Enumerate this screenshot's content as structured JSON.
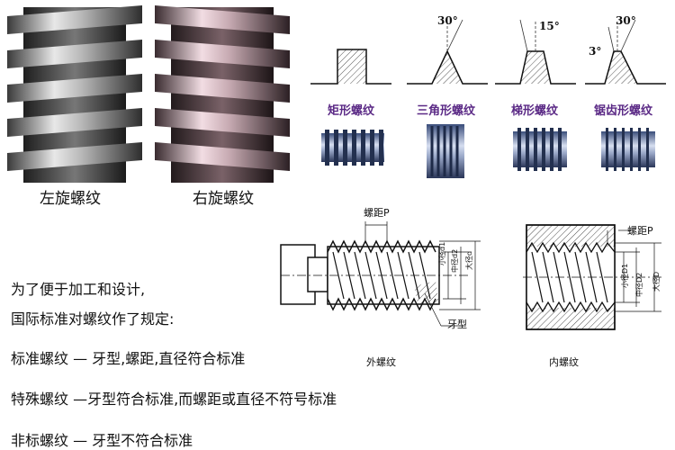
{
  "screws": {
    "left_caption": "左旋螺纹",
    "right_caption": "右旋螺纹"
  },
  "profiles": [
    {
      "label": "矩形螺纹",
      "angle": ""
    },
    {
      "label": "三角形螺纹",
      "angle": "30°"
    },
    {
      "label": "梯形螺纹",
      "angle": "15°"
    },
    {
      "label": "锯齿形螺纹",
      "angle": "30°",
      "angle2": "3°"
    }
  ],
  "external": {
    "caption": "外螺纹",
    "pitch_label": "螺距P",
    "tooth_label": "牙型",
    "diameters": [
      "小径d1",
      "中径d2",
      "大径d"
    ]
  },
  "internal": {
    "caption": "内螺纹",
    "pitch_label": "螺距P",
    "diameters": [
      "小径D1",
      "中径D2",
      "大径D"
    ]
  },
  "text": {
    "line1": "为了便于加工和设计,",
    "line2": "国际标准对螺纹作了规定:",
    "line3": "标准螺纹 — 牙型,螺距,直径符合标准",
    "line4": "特殊螺纹 —牙型符合标准,而螺距或直径不符号标准",
    "line5": "非标螺纹 — 牙型不符合标准"
  }
}
